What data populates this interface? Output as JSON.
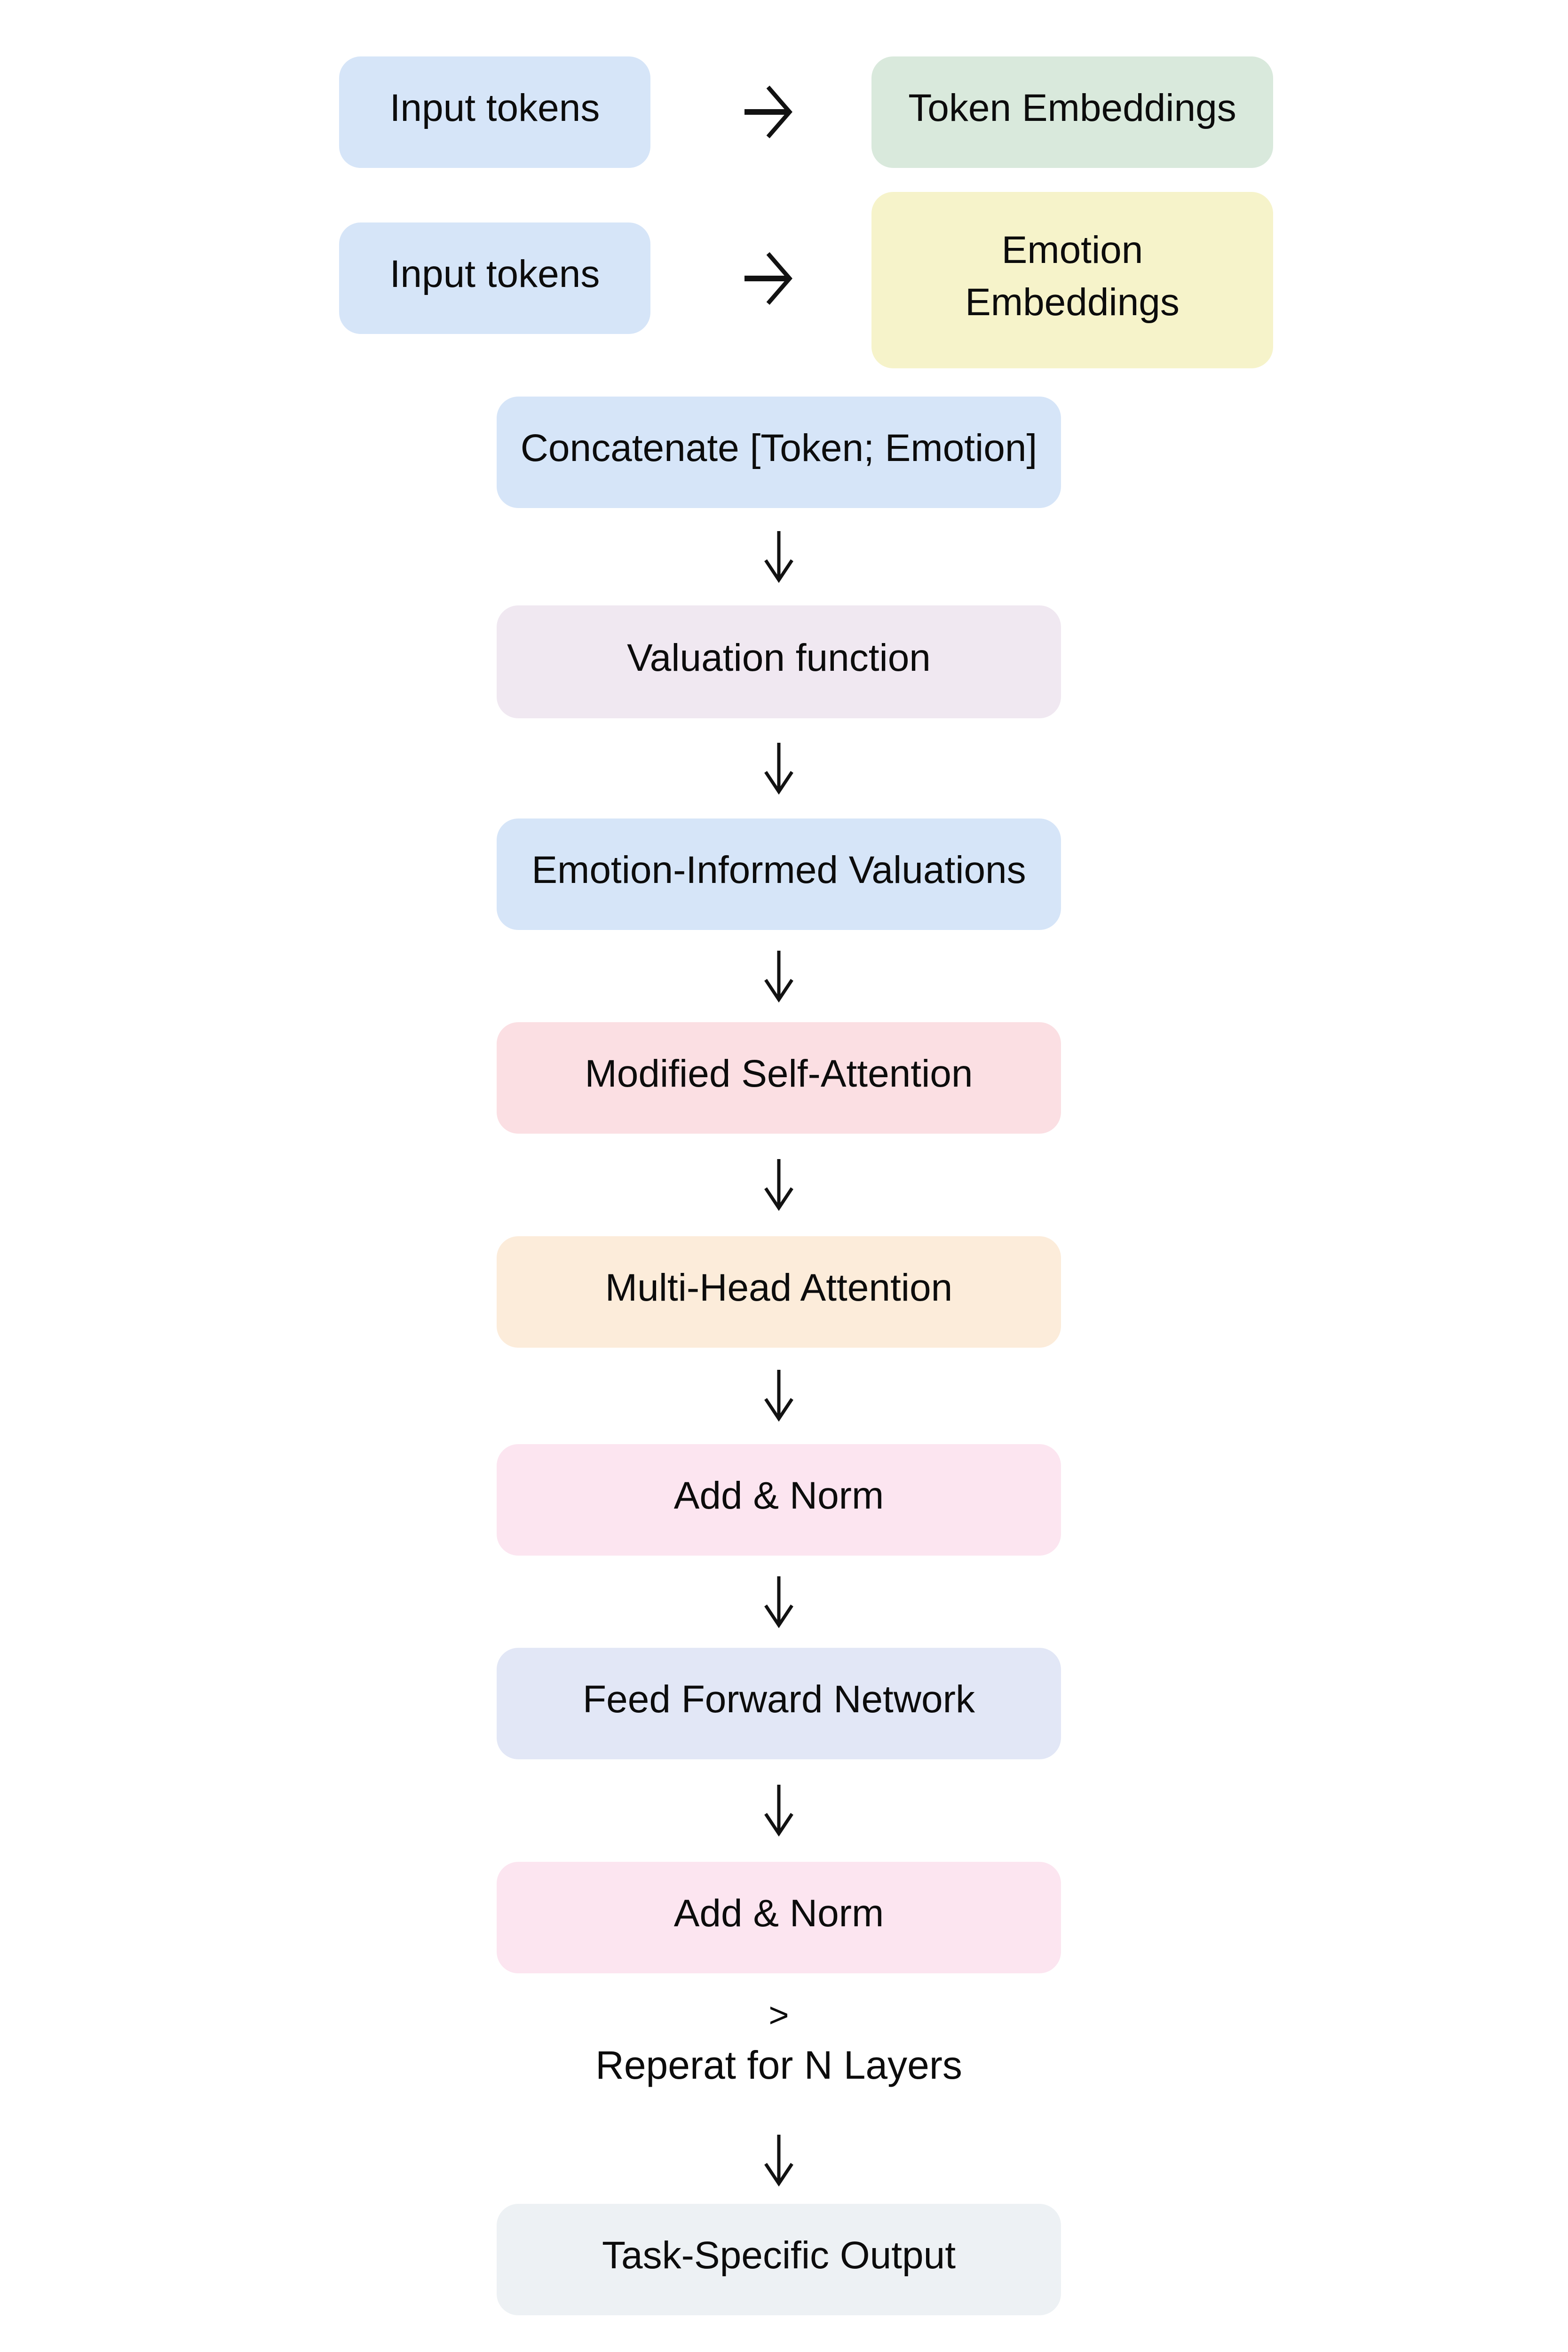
{
  "diagram_title": "Emotion-informed transformer flow diagram",
  "colors": {
    "input_blue": "#d6e5f8",
    "token_green": "#d9e9dc",
    "emotion_yellow": "#f6f3ca",
    "valuation_lavender": "#f0e8f1",
    "attention_salmon": "#fbdfe3",
    "multihead_peach": "#fcecda",
    "addnorm_pink": "#fce5f0",
    "ffn_periwinkle": "#e2e7f6",
    "output_gray": "#edf1f4",
    "arrow_black": "#121212",
    "background": "#ffffff"
  },
  "top_rows": [
    {
      "input": "Input tokens",
      "input_color": "#d6e5f8",
      "output": "Token Embeddings",
      "output_color": "#d9e9dc"
    },
    {
      "input": "Input tokens",
      "input_color": "#d6e5f8",
      "output": "Emotion\nEmbeddings",
      "output_color": "#f6f3ca"
    }
  ],
  "stack": [
    {
      "label": "Concatenate [Token; Emotion]",
      "color": "#d6e5f8"
    },
    {
      "label": "Valuation function",
      "color": "#f0e8f1"
    },
    {
      "label": "Emotion-Informed Valuations",
      "color": "#d6e5f8"
    },
    {
      "label": "Modified Self-Attention",
      "color": "#fbdfe3"
    },
    {
      "label": "Multi-Head Attention",
      "color": "#fcecda"
    },
    {
      "label": "Add & Norm",
      "color": "#fce5f0"
    },
    {
      "label": "Feed Forward Network",
      "color": "#e2e7f6"
    },
    {
      "label": "Add & Norm",
      "color": "#fce5f0"
    },
    {
      "label": "Task-Specific Output",
      "color": "#edf1f4"
    }
  ],
  "repeat_note": {
    "chevron": ">",
    "text": "Reperat for N Layers"
  }
}
